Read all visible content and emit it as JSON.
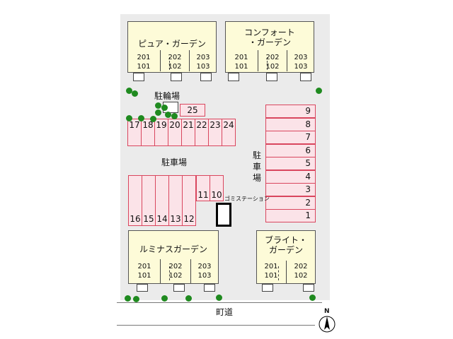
{
  "labels": {
    "bicycle_parking": "駐輪場",
    "parking_main": "駐車場",
    "parking_right": "駐\n車\n場",
    "garbage_station": "ゴミステーション",
    "road": "町道",
    "north": "N"
  },
  "buildings": {
    "pure": {
      "name": "ピュア・ガーデン",
      "units_top": [
        "201",
        "202",
        "203"
      ],
      "units_bottom": [
        "101",
        "102",
        "103"
      ]
    },
    "comfort": {
      "name": "コンフォート\n・ガーデン",
      "units_top": [
        "201",
        "202",
        "203"
      ],
      "units_bottom": [
        "101",
        "102",
        "103"
      ]
    },
    "lumina": {
      "name": "ルミナスガーデン",
      "units_top": [
        "201",
        "202",
        "203"
      ],
      "units_bottom": [
        "101",
        "102",
        "103"
      ]
    },
    "bright": {
      "name": "ブライト・\nガーデン",
      "units_top": [
        "201",
        "202"
      ],
      "units_bottom": [
        "101",
        "102"
      ]
    }
  },
  "parking": {
    "right_column": [
      "9",
      "8",
      "7",
      "6",
      "5",
      "4",
      "3",
      "2",
      "1"
    ],
    "top_row": [
      "17",
      "18",
      "19",
      "20",
      "21",
      "22",
      "23",
      "24"
    ],
    "bike": "25",
    "bottom_block": [
      "16",
      "15",
      "14",
      "13",
      "12"
    ],
    "small_pair": [
      "11",
      "10"
    ]
  },
  "colors": {
    "lot": "#ebebeb",
    "building": "#fdfbd8",
    "parking_fill": "#fbe3e8",
    "parking_border": "#d9465e",
    "tree": "#1f8a1f"
  }
}
